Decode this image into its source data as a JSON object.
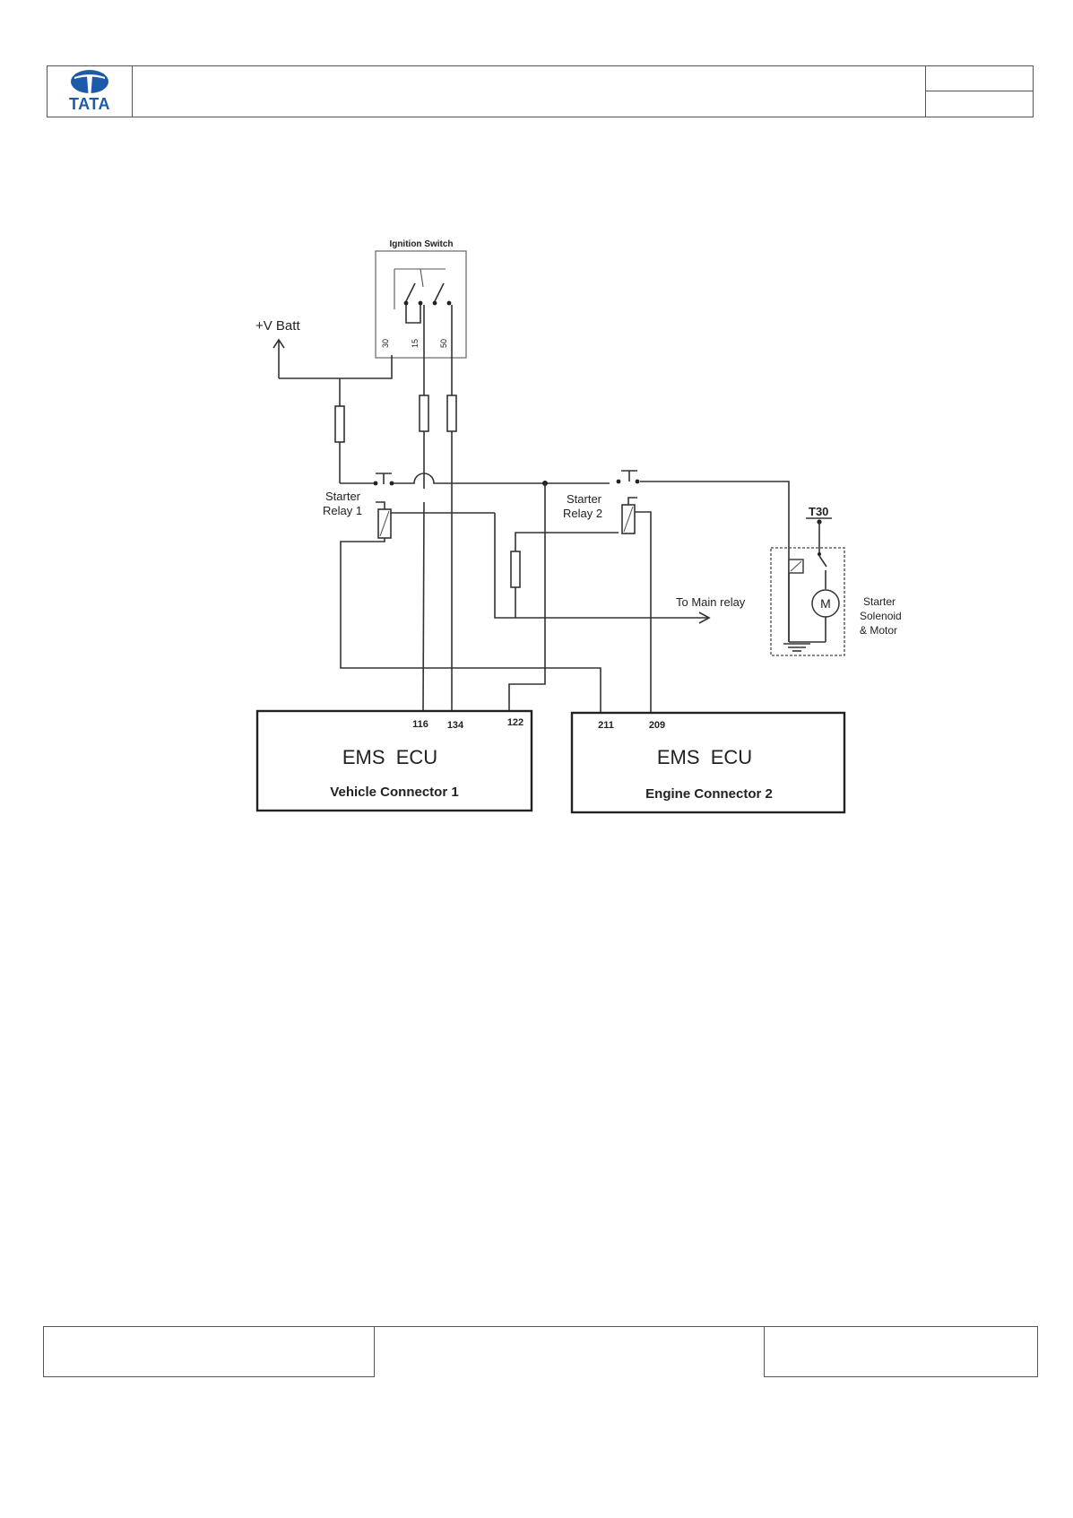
{
  "header": {
    "logo_text": "TATA",
    "brand_color": "#1d5ba8"
  },
  "diagram": {
    "ignition_switch_label": "Ignition Switch",
    "switch_terminals": [
      "30",
      "15",
      "50"
    ],
    "battery_label": "+V Batt",
    "starter_relay_1_label_line1": "Starter",
    "starter_relay_1_label_line2": "Relay 1",
    "starter_relay_2_label_line1": "Starter",
    "starter_relay_2_label_line2": "Relay 2",
    "main_relay_label": "To Main relay",
    "t30_label": "T30",
    "motor_symbol": "M",
    "solenoid_label_line1": "Starter",
    "solenoid_label_line2": "Solenoid",
    "solenoid_label_line3": "& Motor",
    "ecu1": {
      "title": "EMS  ECU",
      "subtitle": "Vehicle Connector 1",
      "pins": [
        "116",
        "134",
        "122"
      ]
    },
    "ecu2": {
      "title": "EMS  ECU",
      "subtitle": "Engine Connector 2",
      "pins": [
        "211",
        "209"
      ]
    }
  }
}
